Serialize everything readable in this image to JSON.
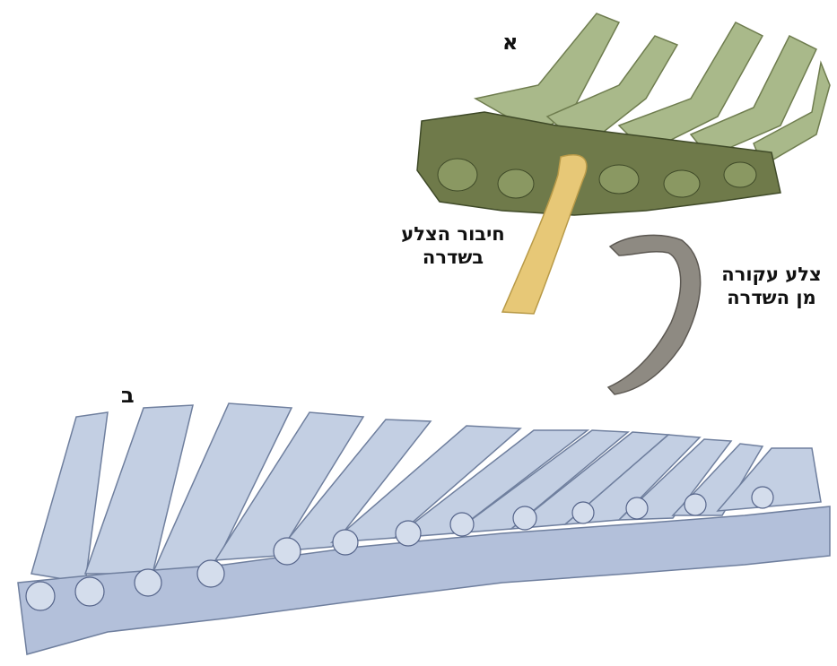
{
  "panel_a": {
    "letter": "א",
    "label_attachment": {
      "line1": "חיבור הצלע",
      "line2": "בשדרה"
    },
    "label_removed": {
      "line1": "צלע עקורה",
      "line2": "מן השדרה"
    }
  },
  "panel_b": {
    "letter": "ב"
  },
  "colors": {
    "photo_bone": "#a9b98a",
    "photo_shadow": "#4e5a35",
    "attached_rib": "#e7c877",
    "removed_rib": "#8e8a82",
    "drawing_bone": "#b8c6df",
    "drawing_shadow": "#6f7f9e"
  }
}
